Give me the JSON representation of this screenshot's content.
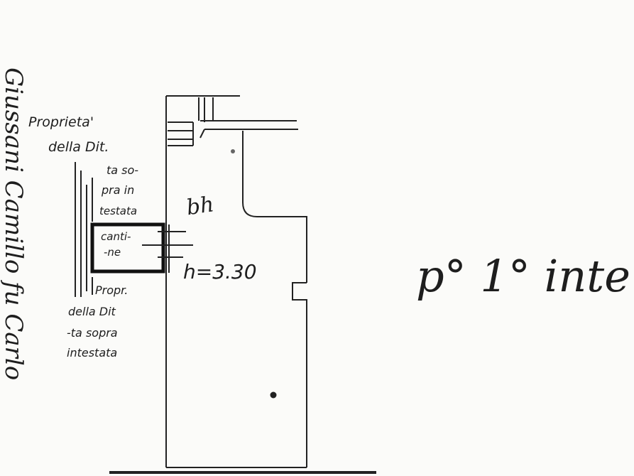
{
  "vertical_owner_label": "Giussani Camillo fu Carlo",
  "top_property_label": {
    "line1": "Proprieta'",
    "line2": "della Dit.",
    "line3": "ta so-",
    "line4": "pra in",
    "line5": "testata"
  },
  "cellar_label": {
    "line1": "canti-",
    "line2": "-ne"
  },
  "bottom_property_label": {
    "line1": "Propr.",
    "line2": "della Dit",
    "line3": "-ta sopra",
    "line4": "intestata"
  },
  "room_label": "bh",
  "height_label": "h=3.30",
  "floor_label": "p° 1° inte",
  "colors": {
    "paper": "#fbfbf9",
    "ink": "#222222"
  }
}
